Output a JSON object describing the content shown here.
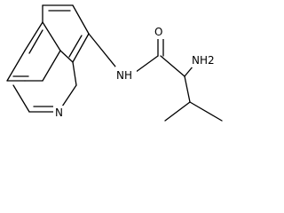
{
  "molecule": {
    "atoms": {
      "oxygen": "O",
      "amine": "NH2",
      "amide_nh": "NH",
      "ring_n": "N"
    }
  }
}
